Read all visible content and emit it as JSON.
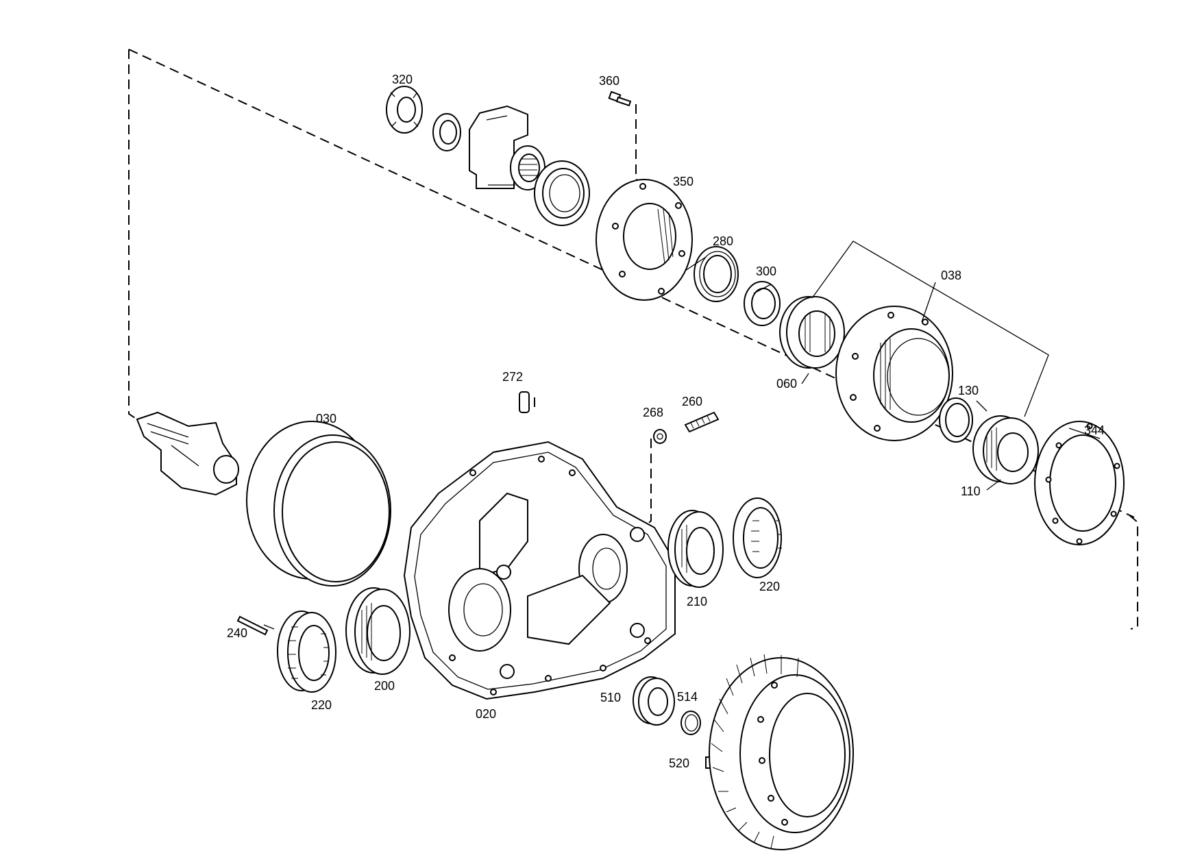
{
  "diagram": {
    "part_labels": {
      "p320": "320",
      "p360": "360",
      "p350": "350",
      "p280": "280",
      "p300": "300",
      "p038": "038",
      "p060": "060",
      "p130": "130",
      "p110": "110",
      "p344": "344",
      "p272": "272",
      "p268": "268",
      "p260": "260",
      "p030": "030",
      "p210": "210",
      "p220a": "220",
      "p220b": "220",
      "p240": "240",
      "p200": "200",
      "p020": "020",
      "p510": "510",
      "p514": "514",
      "p520": "520"
    },
    "colors": {
      "ink": "#000000",
      "paper": "#ffffff"
    }
  }
}
